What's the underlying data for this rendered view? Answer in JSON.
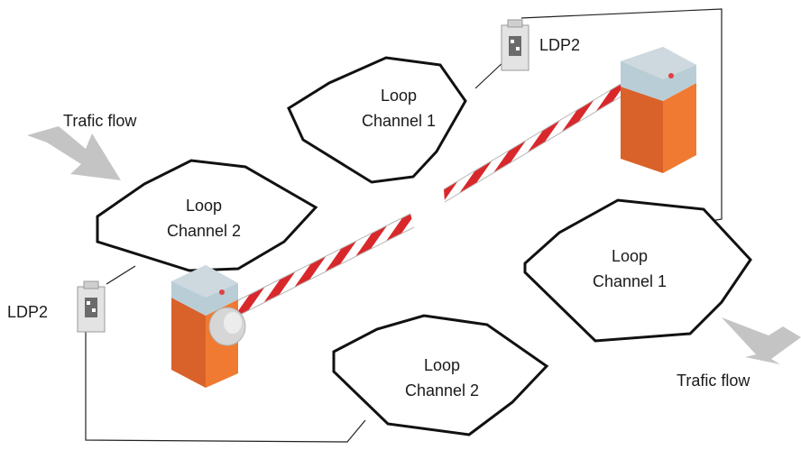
{
  "loops": [
    {
      "line1": "Loop",
      "line2": "Channel 1"
    },
    {
      "line1": "Loop",
      "line2": "Channel 2"
    },
    {
      "line1": "Loop",
      "line2": "Channel 1"
    },
    {
      "line1": "Loop",
      "line2": "Channel 2"
    }
  ],
  "detectors": [
    "LDP2",
    "LDP2"
  ],
  "traffic_labels": [
    "Trafic flow",
    "Trafic flow"
  ],
  "colors": {
    "barrier_body": "#f07a32",
    "barrier_side": "#d9622a",
    "barrier_top": "#b9cdd6",
    "arm_stripe": "#d8282b",
    "arrow": "#c4c4c4",
    "wire": "#222222"
  }
}
